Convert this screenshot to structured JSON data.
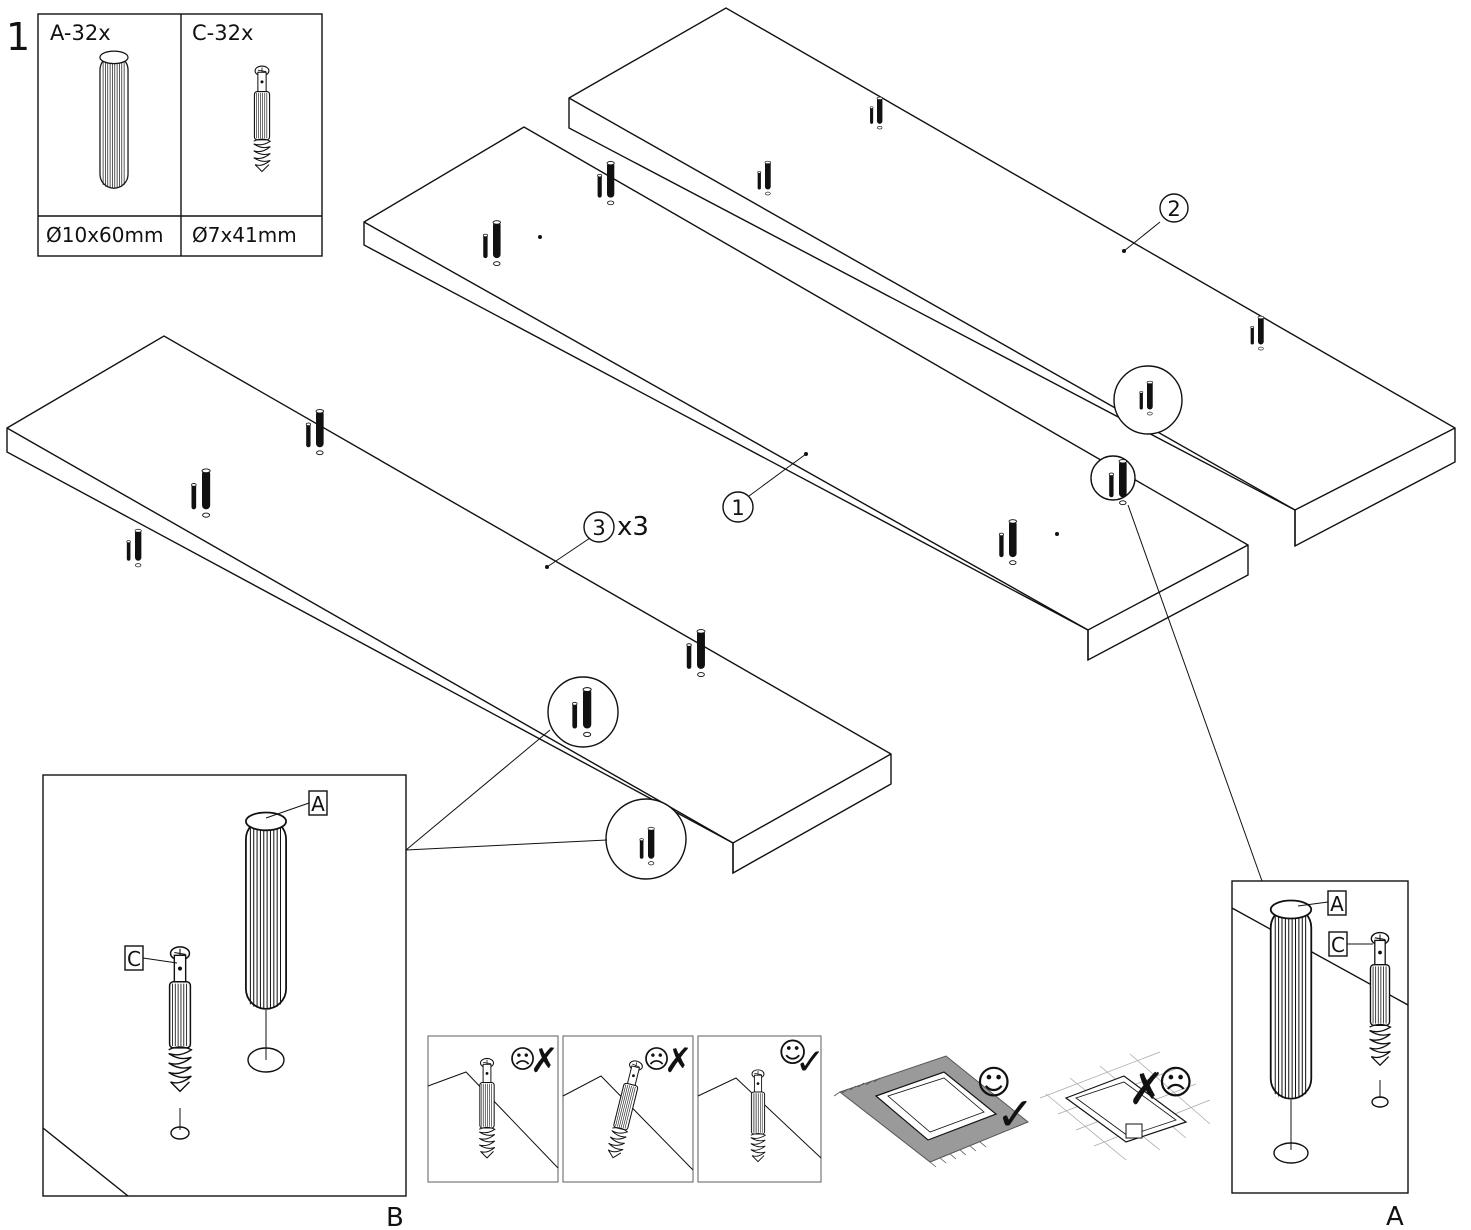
{
  "step_number": "1",
  "parts_table": {
    "part_a": {
      "label": "A-32x",
      "size": "Ø10x60mm"
    },
    "part_c": {
      "label": "C-32x",
      "size": "Ø7x41mm"
    }
  },
  "panels": {
    "panel_1": {
      "callout": "1"
    },
    "panel_2": {
      "callout": "2"
    },
    "panel_3": {
      "callout": "3",
      "quantity": "x3"
    }
  },
  "detail_b": {
    "caption": "B",
    "tag_a": "A",
    "tag_c": "C"
  },
  "detail_a": {
    "caption": "A",
    "tag_a": "A",
    "tag_c": "C"
  },
  "tips": {
    "wrong_mark": "✗",
    "right_mark": "✓",
    "sad_face": "☹",
    "happy_face": "☺"
  }
}
